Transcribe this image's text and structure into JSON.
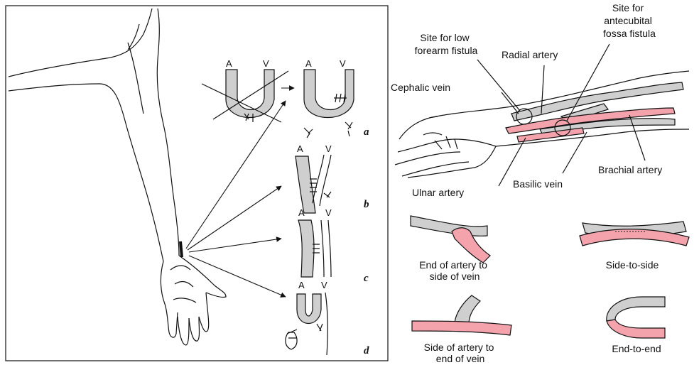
{
  "left_panel": {
    "insets": [
      {
        "letter": "a",
        "a_label": "A",
        "v_label": "V"
      },
      {
        "letter": "b",
        "a_label": "A",
        "v_label": "V"
      },
      {
        "letter": "c",
        "a_label": "A",
        "v_label": "V"
      },
      {
        "letter": "d",
        "a_label": "A",
        "v_label": "V"
      }
    ]
  },
  "forearm": {
    "site_low": [
      "Site for low",
      "forearm fistula"
    ],
    "site_antecubital": [
      "Site for",
      "antecubital",
      "fossa fistula"
    ],
    "radial_artery": "Radial artery",
    "cephalic_vein": "Cephalic vein",
    "brachial_artery": "Brachial artery",
    "basilic_vein": "Basilic vein",
    "ulnar_artery": "Ulnar artery"
  },
  "anastomoses": {
    "end_artery_side_vein": [
      "End of artery to",
      "side of vein"
    ],
    "side_to_side": "Side-to-side",
    "side_artery_end_vein": [
      "Side of artery to",
      "end of vein"
    ],
    "end_to_end": "End-to-end"
  },
  "colors": {
    "artery": "#f4a3ad",
    "vein": "#cfcfcf"
  }
}
